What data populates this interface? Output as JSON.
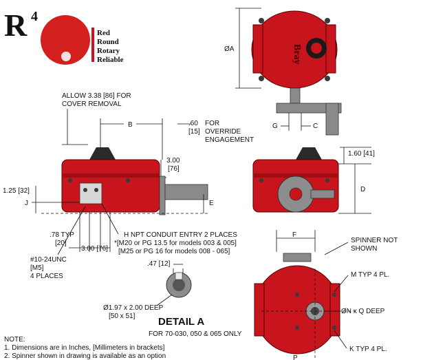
{
  "logo": {
    "letter": "R",
    "superscript": "4",
    "tagline": [
      "Red",
      "Round",
      "Rotary",
      "Reliable"
    ]
  },
  "dimensions": {
    "allow_cover_removal": [
      "ALLOW 3.38 [86] FOR",
      "COVER REMOVAL"
    ],
    "b": "B",
    "override_value": [
      ".60",
      "[15]"
    ],
    "override_text": [
      "FOR",
      "OVERRIDE",
      "ENGAGEMENT"
    ],
    "three_00_76": [
      "3.00",
      "[76]"
    ],
    "one_25_32": "1.25 [32]",
    "j": "J",
    "e": "E",
    "typ_78": [
      ".78 TYP",
      "[20]"
    ],
    "three_00_76_bottom": "3.00 [76]",
    "unc": [
      "#10-24UNC",
      "[M5]",
      "4 PLACES"
    ],
    "conduit": [
      "H NPT CONDUIT ENTRY 2 PLACES",
      "*[M20 or PG 13.5 for models 003 & 005]",
      "[M25 or PG 16 for models 008 - 065]"
    ],
    "a": "ØA",
    "g": "G",
    "c": "C",
    "one_60_41": "1.60 [41]",
    "d": "D",
    "f": "F",
    "spinner": [
      "SPINNER NOT",
      "SHOWN"
    ],
    "m_typ": "M TYP 4 PL.",
    "n_q": "ØN x Q DEEP",
    "k_typ": "K TYP 4 PL.",
    "p": "P",
    "detail_dim": [
      ".47 [12]"
    ],
    "detail_bore": [
      "Ø1.97 x 2.00 DEEP",
      "[50 x 51]"
    ]
  },
  "detail": {
    "title": "DETAIL A",
    "subtitle": "FOR 70-030, 050 & 065 ONLY"
  },
  "notes": {
    "heading": "NOTE:",
    "items": [
      "1. Dimensions are in Inches, [Millimeters in brackets]",
      "2. Spinner shown in drawing is available as an option"
    ]
  },
  "nameplate": "Bray",
  "colors": {
    "actuator_red": "#c8141c",
    "dark_grey": "#3a3a3a",
    "metal_grey": "#8a8a8a"
  }
}
